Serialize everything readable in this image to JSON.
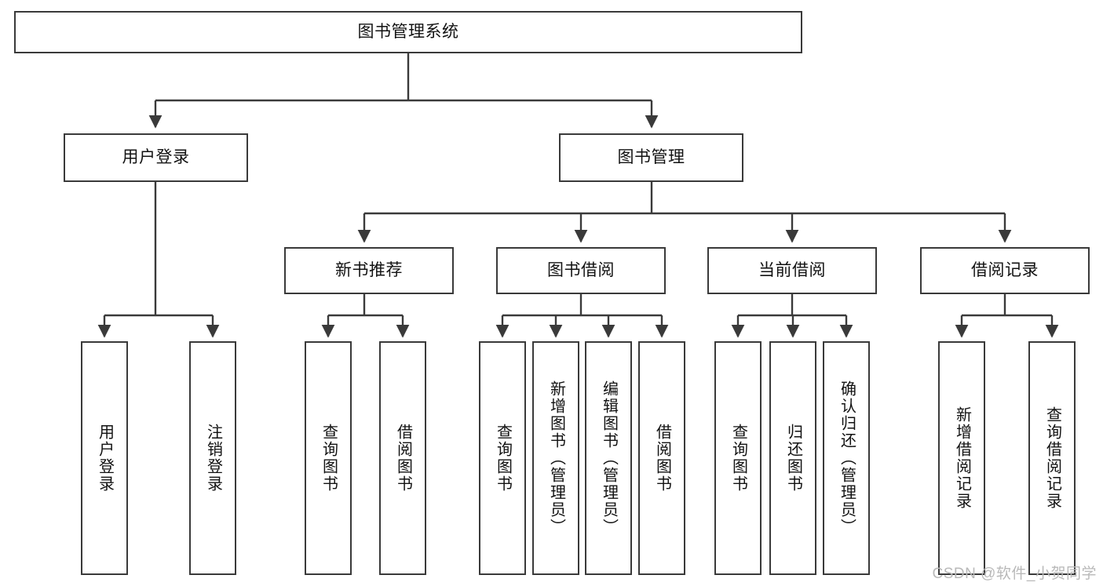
{
  "diagram": {
    "title": "图书管理系统",
    "type": "tree-hierarchy-chart",
    "watermark": "CSDN @软件_小贺同学",
    "colors": {
      "stroke": "#3a3a3a",
      "text": "#121212",
      "background": "#ffffff",
      "watermark": "#b9b9b9"
    }
  },
  "nodes": {
    "root": {
      "label": "图书管理系统"
    },
    "level2": [
      {
        "label": "用户登录"
      },
      {
        "label": "图书管理"
      }
    ],
    "level3": [
      {
        "label": "新书推荐"
      },
      {
        "label": "图书借阅"
      },
      {
        "label": "当前借阅"
      },
      {
        "label": "借阅记录"
      }
    ],
    "leaves": {
      "user_login": [
        {
          "label": "用户登录"
        },
        {
          "label": "注销登录"
        }
      ],
      "new_book": [
        {
          "label": "查询图书"
        },
        {
          "label": "借阅图书"
        }
      ],
      "book_borrow": [
        {
          "label": "查询图书"
        },
        {
          "label": "新增图书（管理员）"
        },
        {
          "label": "编辑图书（管理员）"
        },
        {
          "label": "借阅图书"
        }
      ],
      "current_borrow": [
        {
          "label": "查询图书"
        },
        {
          "label": "归还图书"
        },
        {
          "label": "确认归还（管理员）"
        }
      ],
      "borrow_record": [
        {
          "label": "新增借阅记录"
        },
        {
          "label": "查询借阅记录"
        }
      ]
    }
  }
}
